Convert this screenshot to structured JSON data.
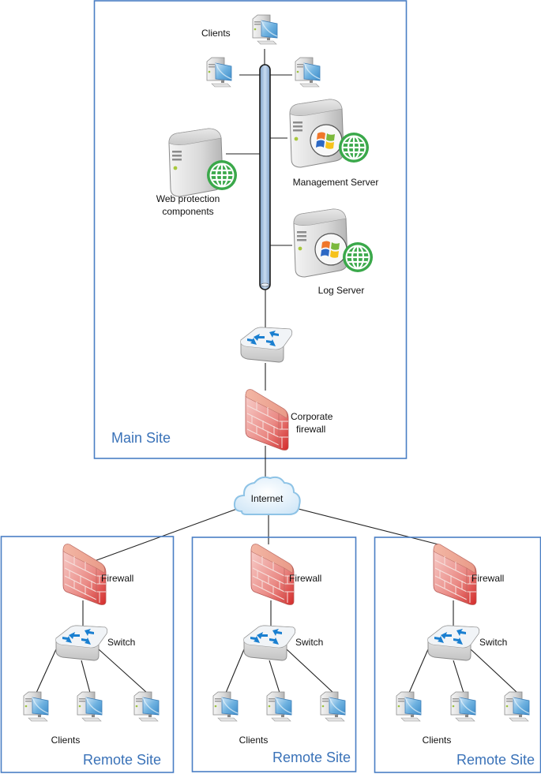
{
  "diagram": {
    "main_site": {
      "title": "Main Site",
      "clients_label": "Clients",
      "web_protection_label_line1": "Web protection",
      "web_protection_label_line2": "components",
      "management_server_label": "Management Server",
      "log_server_label": "Log Server",
      "firewall_label_line1": "Corporate",
      "firewall_label_line2": "firewall"
    },
    "internet_label": "Internet",
    "remote_sites": [
      {
        "title": "Remote Site",
        "firewall_label": "Firewall",
        "switch_label": "Switch",
        "clients_label": "Clients"
      },
      {
        "title": "Remote Site",
        "firewall_label": "Firewall",
        "switch_label": "Switch",
        "clients_label": "Clients"
      },
      {
        "title": "Remote Site",
        "firewall_label": "Firewall",
        "switch_label": "Switch",
        "clients_label": "Clients"
      }
    ],
    "colors": {
      "site_border": "#4a7ec4",
      "site_title": "#3a72b8",
      "firewall": "#e05a5a",
      "globe": "#3aa84a",
      "switch_arrows": "#1a7fd0",
      "backbone": "#a9c4e4"
    }
  }
}
